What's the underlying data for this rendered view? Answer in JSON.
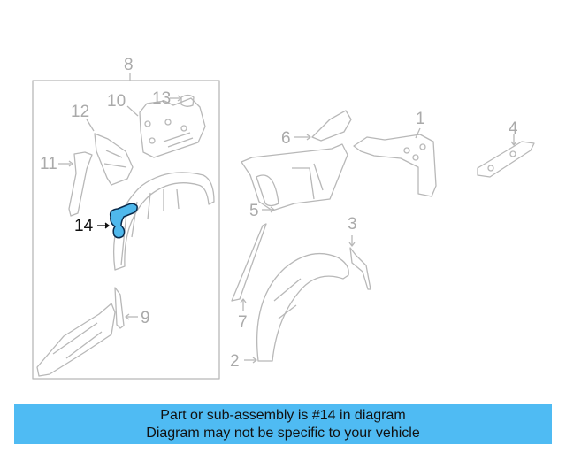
{
  "diagram": {
    "group_label": "8",
    "callouts": [
      {
        "id": "1",
        "label": "1"
      },
      {
        "id": "2",
        "label": "2"
      },
      {
        "id": "3",
        "label": "3"
      },
      {
        "id": "4",
        "label": "4"
      },
      {
        "id": "5",
        "label": "5"
      },
      {
        "id": "6",
        "label": "6"
      },
      {
        "id": "7",
        "label": "7"
      },
      {
        "id": "8",
        "label": "8"
      },
      {
        "id": "9",
        "label": "9"
      },
      {
        "id": "10",
        "label": "10"
      },
      {
        "id": "11",
        "label": "11"
      },
      {
        "id": "12",
        "label": "12"
      },
      {
        "id": "13",
        "label": "13"
      },
      {
        "id": "14",
        "label": "14"
      }
    ],
    "highlighted_part": "14",
    "colors": {
      "line": "#b5b5b5",
      "highlight": "#4fb8ec",
      "highlight_outline": "#0a2a4a"
    }
  },
  "banner": {
    "line1": "Part or sub-assembly is #14 in diagram",
    "line2": "Diagram may not be specific to your vehicle",
    "background": "#4fbbf3"
  }
}
